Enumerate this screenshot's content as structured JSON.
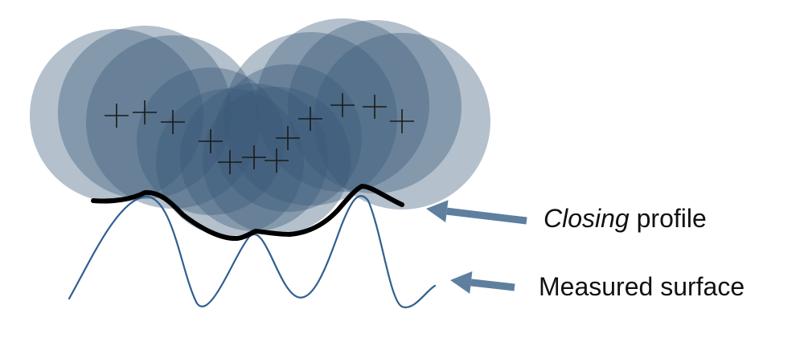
{
  "labels": {
    "closing_emph": "Closing",
    "closing_rest": " profile",
    "measured": "Measured surface"
  },
  "colors": {
    "disk_fill": "#3b5a7a",
    "disk_opacity": 0.38,
    "closing_profile": "#000000",
    "measured_surface": "#2f5f8f",
    "arrow": "#5f7f9f",
    "center_marker": "#1a1a1a"
  },
  "icons": {
    "arrow": "left-pointing-arrow",
    "disk_center": "plus-marker"
  }
}
